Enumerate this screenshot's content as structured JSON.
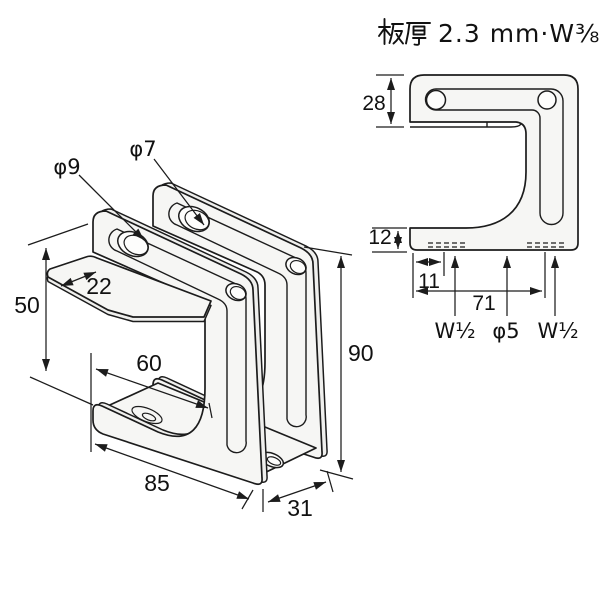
{
  "title": {
    "label_jp": "板厚",
    "value": "2.3 mm·W⅜",
    "full": "板厚 2.3 mm・W⅜"
  },
  "iso_view": {
    "description": "isometric view of C-clamp bracket",
    "labels": {
      "hole_front": "φ9",
      "hole_rear": "φ7",
      "tab_width": "22",
      "opening_height": "50",
      "arm_depth": "60",
      "base_width": "85",
      "body_depth": "31",
      "body_height": "90"
    }
  },
  "side_view": {
    "description": "side profile view of plate",
    "labels": {
      "top_arm_height": "28",
      "flange_height": "12",
      "hole_edge_offset": "11",
      "hole_pitch": "71",
      "thread_left": "W½",
      "center_hole": "φ5",
      "thread_right": "W½"
    }
  },
  "colors": {
    "line": "#1c1c1c",
    "plate_fill": "#f6f6f4",
    "background": "#ffffff"
  }
}
